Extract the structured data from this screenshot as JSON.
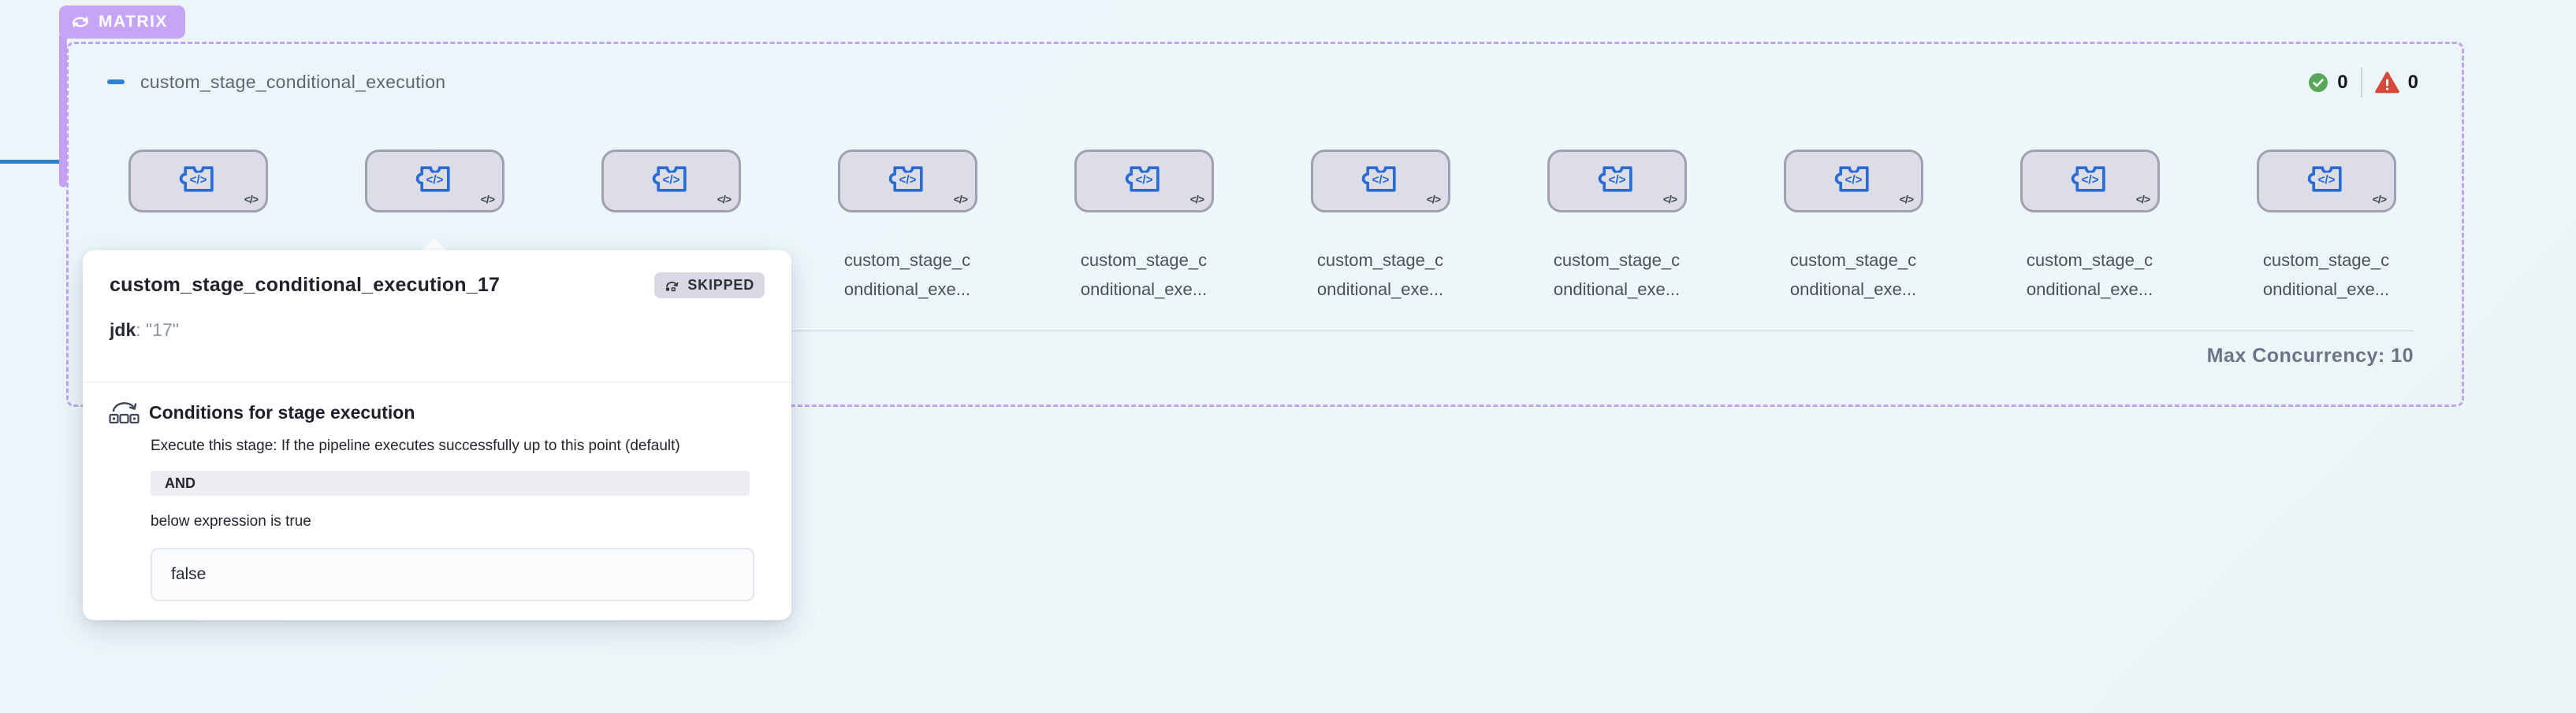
{
  "page": {
    "background": "#edf6fa"
  },
  "matrix": {
    "badge_label": "MATRIX",
    "group_title": "custom_stage_conditional_execution",
    "success_count": "0",
    "failed_count": "0",
    "max_concurrency_label": "Max Concurrency: 10",
    "node_code_glyph": "</>",
    "label_line1": "custom_stage_c",
    "label_line2": "onditional_exe..."
  },
  "tooltip": {
    "title": "custom_stage_conditional_execution_17",
    "status_label": "SKIPPED",
    "param_key": "jdk",
    "param_value": ": \"17\"",
    "conditions_title": "Conditions for stage execution",
    "conditions_description": "Execute this stage: If the pipeline executes successfully up to this point (default)",
    "operator_label": "AND",
    "expression_hint": "below expression is true",
    "expression_value": "false"
  },
  "colors": {
    "matrix_purple": "#c6a4f6",
    "node_blue": "#2b6cd4",
    "success_green": "#57a759",
    "error_red": "#d6493a",
    "connector_blue": "#2e7fd2"
  }
}
